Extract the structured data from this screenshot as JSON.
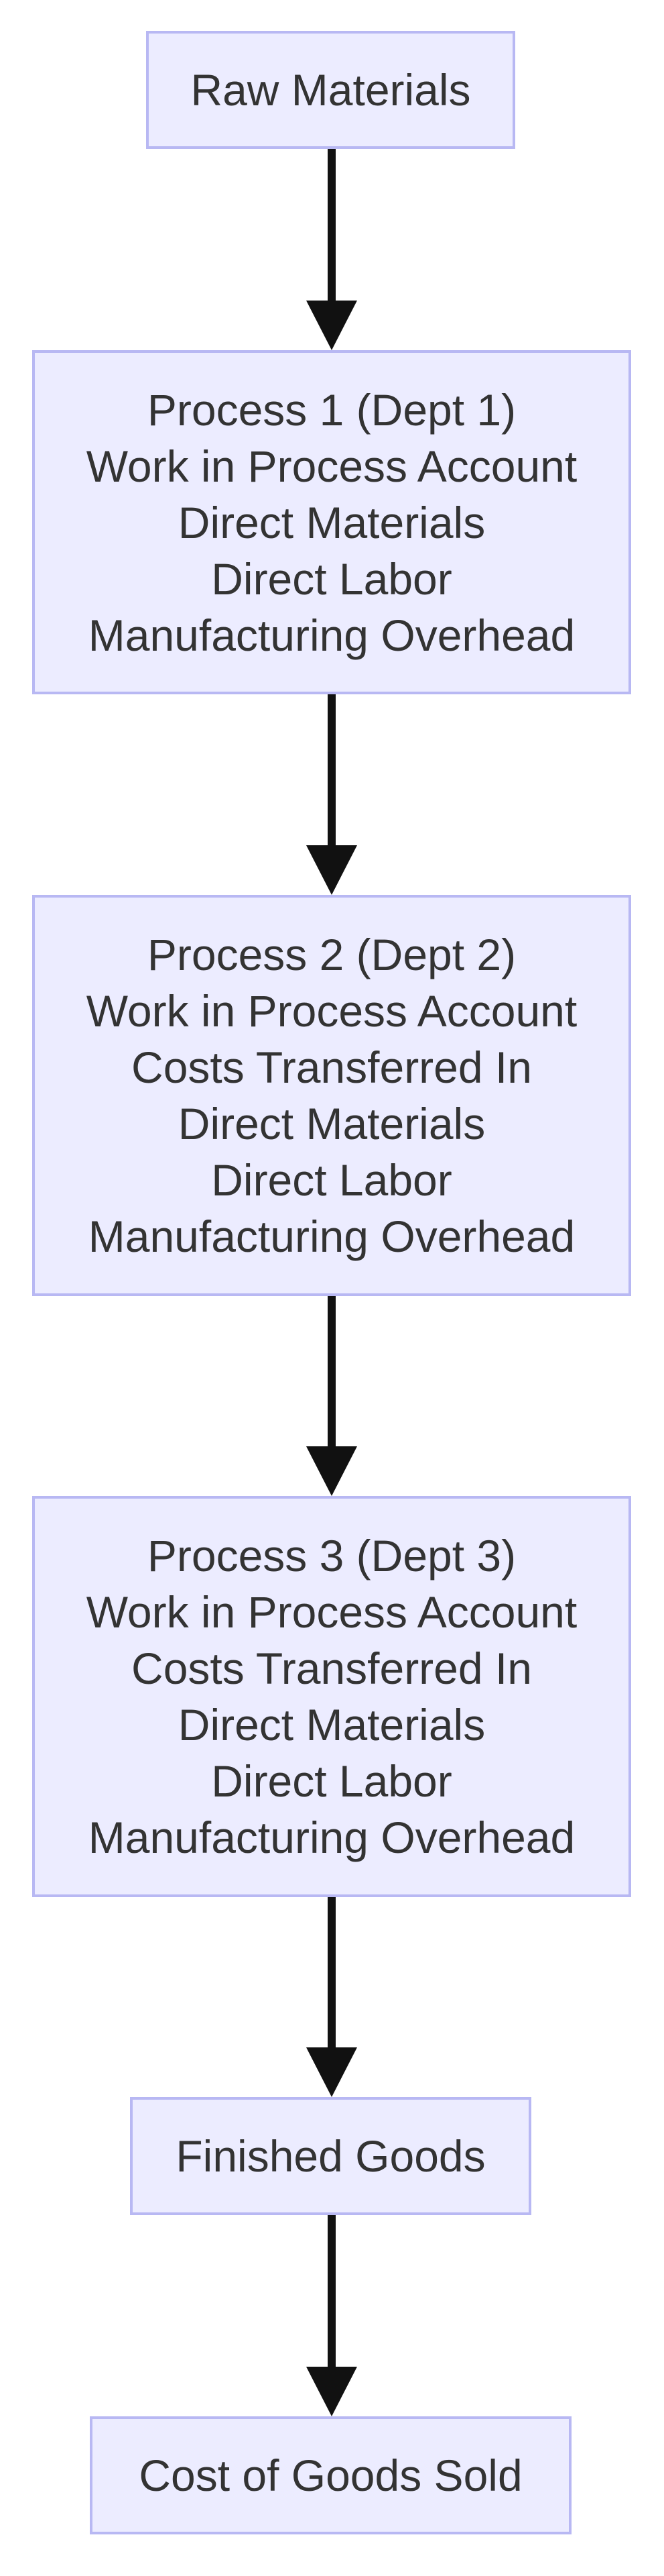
{
  "nodes": {
    "raw_materials": {
      "lines": [
        "Raw Materials"
      ]
    },
    "process_1": {
      "lines": [
        "Process 1 (Dept 1)",
        "Work in Process Account",
        "Direct Materials",
        "Direct Labor",
        "Manufacturing Overhead"
      ]
    },
    "process_2": {
      "lines": [
        "Process 2 (Dept 2)",
        "Work in Process Account",
        "Costs Transferred In",
        "Direct Materials",
        "Direct Labor",
        "Manufacturing Overhead"
      ]
    },
    "process_3": {
      "lines": [
        "Process 3 (Dept 3)",
        "Work in Process Account",
        "Costs Transferred In",
        "Direct Materials",
        "Direct Labor",
        "Manufacturing Overhead"
      ]
    },
    "finished_goods": {
      "lines": [
        "Finished Goods"
      ]
    },
    "cost_of_goods_sold": {
      "lines": [
        "Cost of Goods Sold"
      ]
    }
  },
  "edges": [
    {
      "from": "raw_materials",
      "to": "process_1"
    },
    {
      "from": "process_1",
      "to": "process_2"
    },
    {
      "from": "process_2",
      "to": "process_3"
    },
    {
      "from": "process_3",
      "to": "finished_goods"
    },
    {
      "from": "finished_goods",
      "to": "cost_of_goods_sold"
    }
  ],
  "colors": {
    "node_fill": "#ececff",
    "node_border": "#b8b8f3",
    "text": "#333333",
    "edge": "#111111"
  }
}
